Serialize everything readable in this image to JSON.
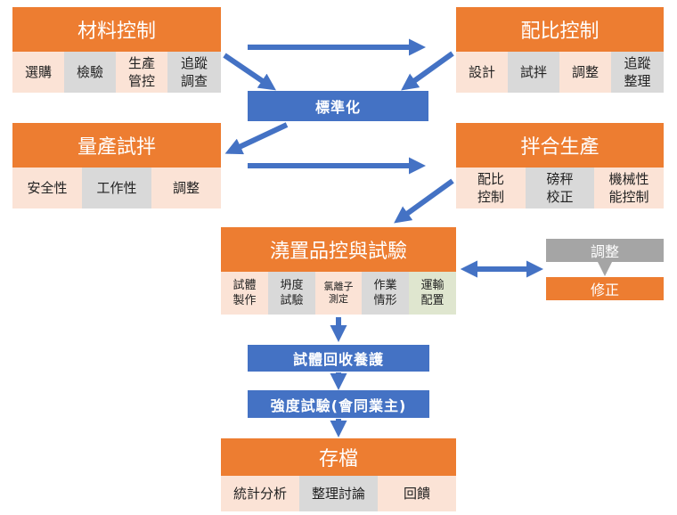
{
  "material": {
    "title": "材料控制",
    "items": [
      "選購",
      "檢驗",
      "生產\n管控",
      "追蹤\n調查"
    ]
  },
  "mix": {
    "title": "配比控制",
    "items": [
      "設計",
      "試拌",
      "調整",
      "追蹤\n整理"
    ]
  },
  "standardize": "標準化",
  "trial": {
    "title": "量產試拌",
    "items": [
      "安全性",
      "工作性",
      "調整"
    ]
  },
  "production": {
    "title": "拌合生產",
    "items": [
      "配比\n控制",
      "磅秤\n校正",
      "機械性\n能控制"
    ]
  },
  "pour": {
    "title": "澆置品控與試驗",
    "items": [
      "試體\n製作",
      "坍度\n試驗",
      "氯離子\n測定",
      "作業\n情形",
      "運輸\n配置"
    ]
  },
  "adjust": "調整",
  "correct": "修正",
  "curing": "試體回收養護",
  "strength": "強度試驗(會同業主)",
  "archive": {
    "title": "存檔",
    "items": [
      "統計分析",
      "整理討論",
      "回饋"
    ]
  },
  "colors": {
    "orange": "#ed7d31",
    "blue": "#4472c4",
    "peach": "#fbe3d6",
    "grey": "#d9d9d9",
    "green": "#dfe6cf",
    "greybar": "#a5a5a5"
  }
}
